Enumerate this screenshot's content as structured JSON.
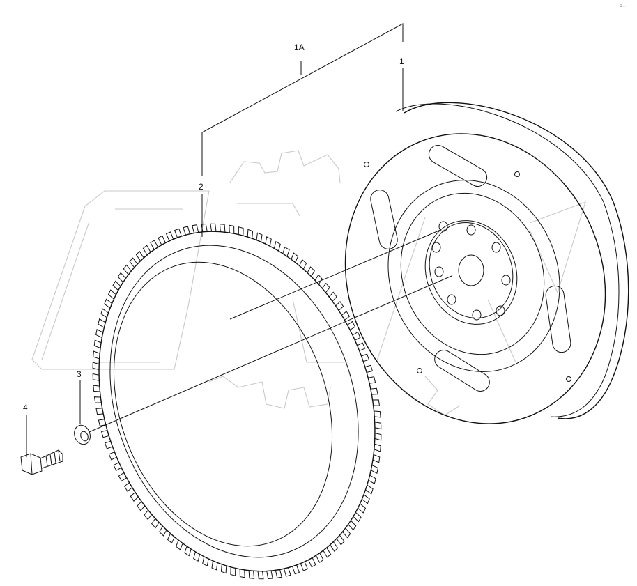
{
  "callouts": {
    "assembly": "1A",
    "flywheel": "1",
    "ring_gear": "2",
    "washer": "3",
    "bolt": "4"
  },
  "corner_mark": "2 ..."
}
